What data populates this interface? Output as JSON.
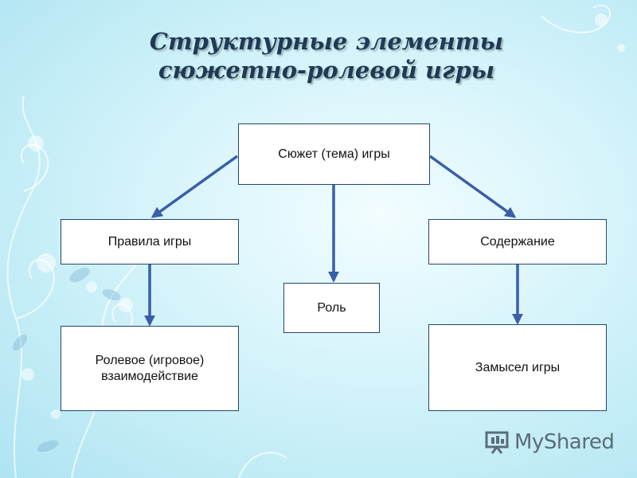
{
  "title": {
    "line1": "Структурные элементы",
    "line2": "сюжетно-ролевой игры"
  },
  "nodes": {
    "plot": "Сюжет (тема) игры",
    "rules": "Правила игры",
    "role": "Роль",
    "content": "Содержание",
    "interaction": "Ролевое (игровое) взаимодействие",
    "concept": "Замысел игры"
  },
  "edges": [
    {
      "from": "plot",
      "to": "rules"
    },
    {
      "from": "plot",
      "to": "role"
    },
    {
      "from": "plot",
      "to": "content"
    },
    {
      "from": "rules",
      "to": "interaction"
    },
    {
      "from": "content",
      "to": "concept"
    }
  ],
  "watermark": {
    "icon": "presentation-board-icon",
    "text": "MyShared"
  },
  "colors": {
    "arrow": "#3a5ea8",
    "border": "#23466f"
  }
}
